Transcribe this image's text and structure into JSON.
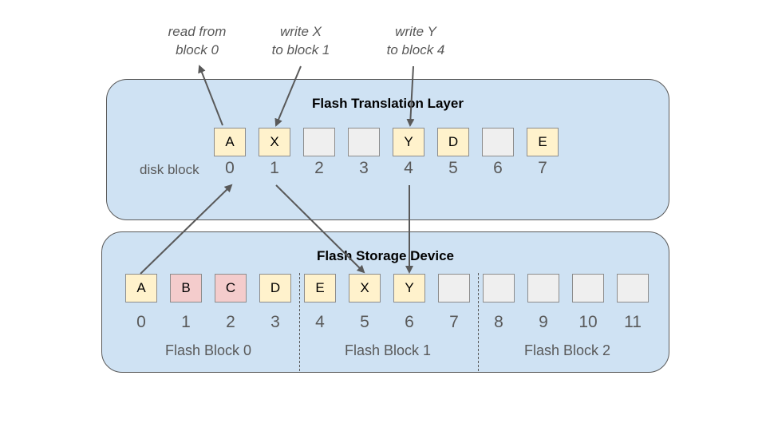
{
  "colors": {
    "panel": "#cfe2f3",
    "valid": "#fff2cc",
    "invalid": "#f4cccc",
    "empty": "#efefef",
    "arrow": "#595959"
  },
  "annotations": {
    "read": [
      "read from",
      "block 0"
    ],
    "write_x": [
      "write X",
      "to block 1"
    ],
    "write_y": [
      "write Y",
      "to block 4"
    ]
  },
  "ftl": {
    "title": "Flash Translation Layer",
    "row_label": "disk block",
    "cells": [
      {
        "index": "0",
        "content": "A",
        "state": "valid"
      },
      {
        "index": "1",
        "content": "X",
        "state": "valid"
      },
      {
        "index": "2",
        "content": "",
        "state": "empty"
      },
      {
        "index": "3",
        "content": "",
        "state": "empty"
      },
      {
        "index": "4",
        "content": "Y",
        "state": "valid"
      },
      {
        "index": "5",
        "content": "D",
        "state": "valid"
      },
      {
        "index": "6",
        "content": "",
        "state": "empty"
      },
      {
        "index": "7",
        "content": "E",
        "state": "valid"
      }
    ]
  },
  "device": {
    "title": "Flash Storage Device",
    "cells": [
      {
        "index": "0",
        "content": "A",
        "state": "valid"
      },
      {
        "index": "1",
        "content": "B",
        "state": "invalid"
      },
      {
        "index": "2",
        "content": "C",
        "state": "invalid"
      },
      {
        "index": "3",
        "content": "D",
        "state": "valid"
      },
      {
        "index": "4",
        "content": "E",
        "state": "valid"
      },
      {
        "index": "5",
        "content": "X",
        "state": "valid"
      },
      {
        "index": "6",
        "content": "Y",
        "state": "valid"
      },
      {
        "index": "7",
        "content": "",
        "state": "empty"
      },
      {
        "index": "8",
        "content": "",
        "state": "empty"
      },
      {
        "index": "9",
        "content": "",
        "state": "empty"
      },
      {
        "index": "10",
        "content": "",
        "state": "empty"
      },
      {
        "index": "11",
        "content": "",
        "state": "empty"
      }
    ],
    "block_labels": [
      "Flash Block 0",
      "Flash Block 1",
      "Flash Block 2"
    ]
  }
}
